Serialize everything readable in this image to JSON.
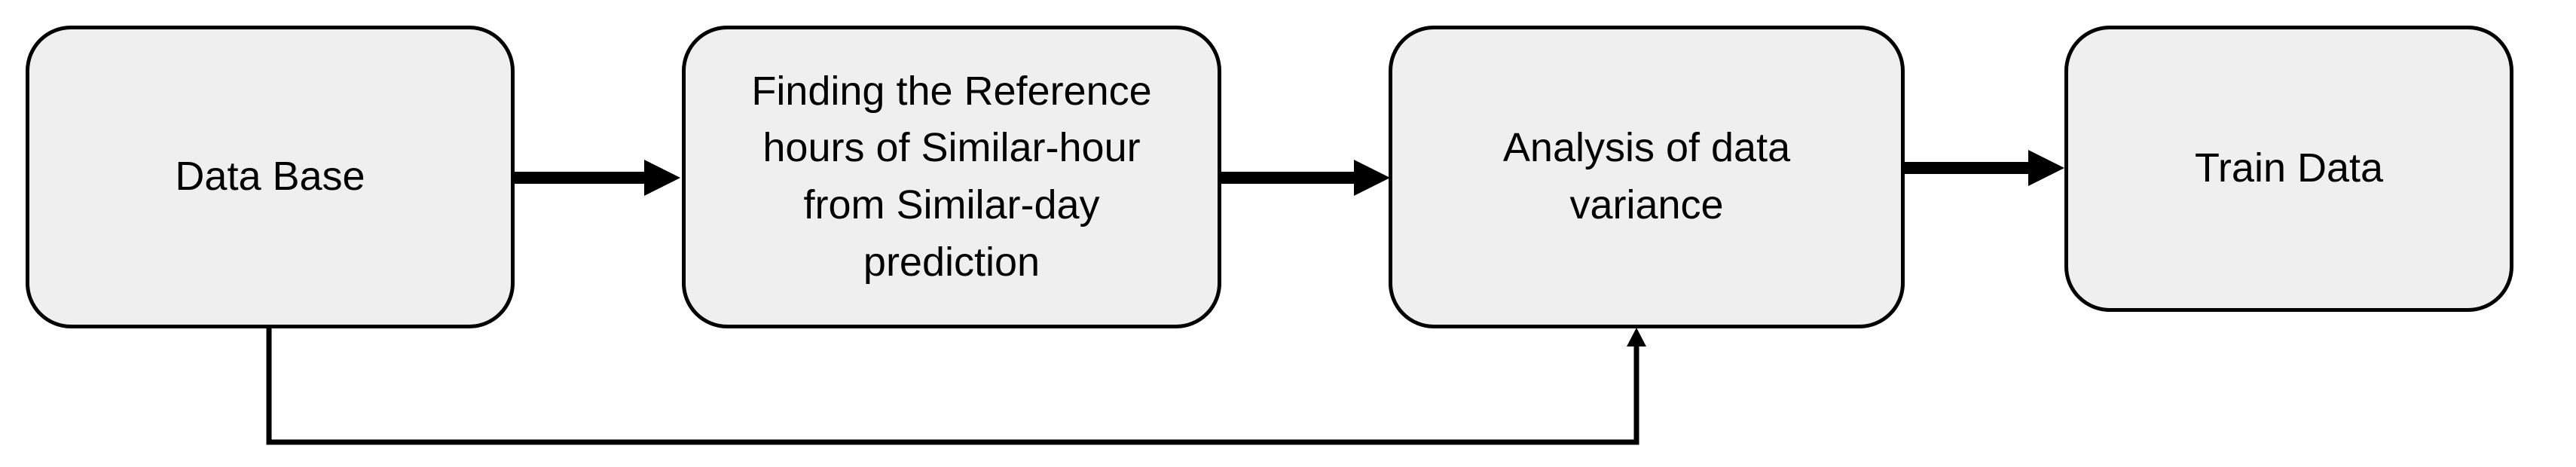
{
  "diagram": {
    "boxes": {
      "database": {
        "label": "Data Base"
      },
      "finding_reference": {
        "label": "Finding the Reference\nhours of Similar-hour\nfrom Similar-day\nprediction"
      },
      "variance_analysis": {
        "label": "Analysis of data\nvariance"
      },
      "train_data": {
        "label": "Train Data"
      }
    },
    "colors": {
      "box_fill": "#efefef",
      "stroke": "#000000",
      "background": "#ffffff"
    }
  }
}
